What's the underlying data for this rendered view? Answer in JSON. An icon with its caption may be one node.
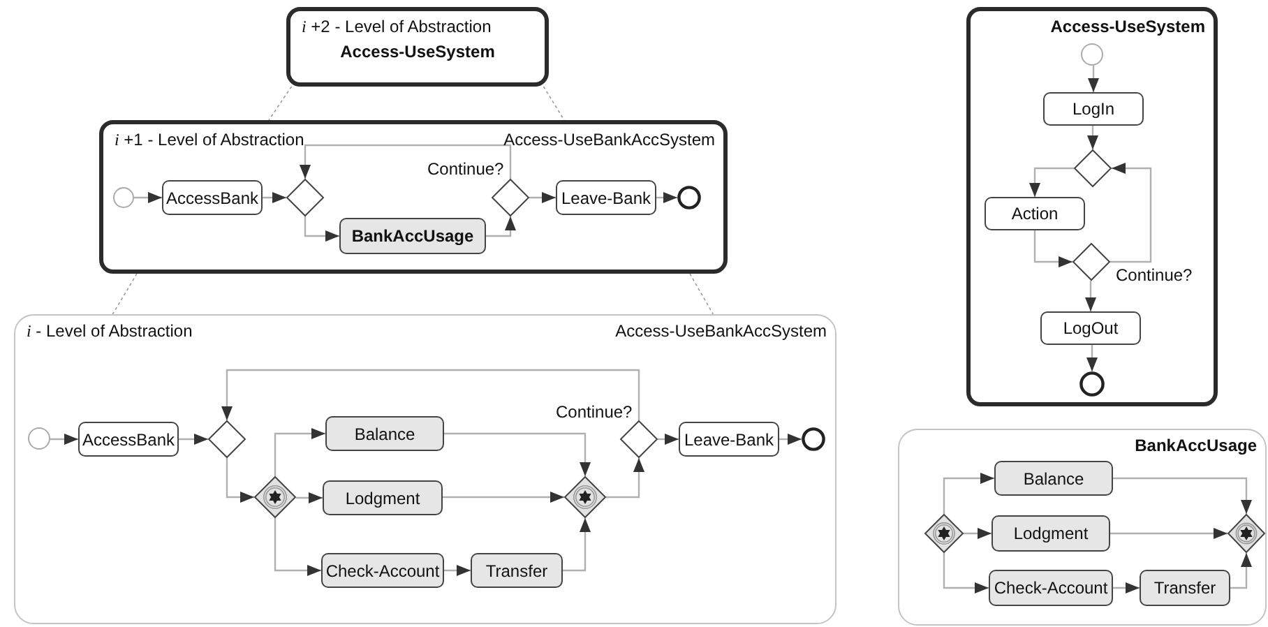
{
  "diagram": {
    "nodes": [
      {
        "text": [
          "*i* +2 - Level of Abstraction",
          "Access-UseSystem"
        ]
      },
      {
        "text": [
          "*i* +1 - Level of Abstraction",
          "Access-UseBankAccSystem"
        ]
      },
      {
        "text": [],
        "shape": "circle",
        "in": 1
      },
      {
        "text": [
          "AccessBank"
        ],
        "in": 1
      },
      {
        "text": [],
        "shape": "diamond",
        "in": 1
      },
      {
        "text": [
          "BankAccUsage"
        ],
        "in": 1
      },
      {
        "text": [],
        "shape": "diamond",
        "in": 1,
        "beside": [
          "Continue?"
        ]
      },
      {
        "text": [
          "Leave-Bank"
        ],
        "in": 1
      },
      {
        "text": [],
        "shape": "circle",
        "in": 1
      },
      {
        "text": [
          "*i* - Level of Abstraction",
          "Access-UseBankAccSystem"
        ]
      },
      {
        "text": [],
        "shape": "circle",
        "in": 9
      },
      {
        "text": [
          "AccessBank"
        ],
        "in": 9
      },
      {
        "text": [],
        "shape": "diamond",
        "in": 9
      },
      {
        "text": [],
        "shape": "gateway",
        "in": 9
      },
      {
        "text": [
          "Balance"
        ],
        "in": 9
      },
      {
        "text": [
          "Lodgment"
        ],
        "in": 9
      },
      {
        "text": [
          "Check-Account"
        ],
        "in": 9
      },
      {
        "text": [
          "Transfer"
        ],
        "in": 9
      },
      {
        "text": [],
        "shape": "gateway",
        "in": 9
      },
      {
        "text": [],
        "shape": "diamond",
        "in": 9,
        "beside": [
          "Continue?"
        ]
      },
      {
        "text": [
          "Leave-Bank"
        ],
        "in": 9
      },
      {
        "text": [],
        "shape": "circle",
        "in": 9
      },
      {
        "text": [
          "Access-UseSystem"
        ]
      },
      {
        "text": [],
        "shape": "circle",
        "in": 22
      },
      {
        "text": [
          "LogIn"
        ],
        "in": 22
      },
      {
        "text": [],
        "shape": "diamond",
        "in": 22
      },
      {
        "text": [
          "Action"
        ],
        "in": 22
      },
      {
        "text": [],
        "shape": "diamond",
        "in": 22,
        "beside": [
          "Continue?"
        ]
      },
      {
        "text": [
          "LogOut"
        ],
        "in": 22
      },
      {
        "text": [],
        "shape": "circle",
        "in": 22
      },
      {
        "text": [
          "BankAccUsage"
        ]
      },
      {
        "text": [],
        "shape": "gateway",
        "in": 30
      },
      {
        "text": [
          "Balance"
        ],
        "in": 30
      },
      {
        "text": [
          "Lodgment"
        ],
        "in": 30
      },
      {
        "text": [
          "Check-Account"
        ],
        "in": 30
      },
      {
        "text": [
          "Transfer"
        ],
        "in": 30
      },
      {
        "text": [],
        "shape": "gateway",
        "in": 30
      }
    ],
    "edges": [
      {
        "from": 0,
        "to": 1,
        "arrow": "none",
        "style": "dashed"
      },
      {
        "from": 0,
        "to": 1,
        "arrow": "none",
        "style": "dashed"
      },
      {
        "from": 1,
        "to": 9,
        "arrow": "none",
        "style": "dashed"
      },
      {
        "from": 1,
        "to": 9,
        "arrow": "none",
        "style": "dashed"
      },
      {
        "from": 2,
        "to": 3,
        "arrow": "to"
      },
      {
        "from": 3,
        "to": 4,
        "arrow": "to"
      },
      {
        "from": 4,
        "to": 5,
        "arrow": "to"
      },
      {
        "from": 5,
        "to": 6,
        "arrow": "to"
      },
      {
        "from": 6,
        "to": 7,
        "arrow": "to"
      },
      {
        "from": 7,
        "to": 8,
        "arrow": "to"
      },
      {
        "from": 6,
        "to": 4,
        "arrow": "to"
      },
      {
        "from": 10,
        "to": 11,
        "arrow": "to"
      },
      {
        "from": 11,
        "to": 12,
        "arrow": "to"
      },
      {
        "from": 12,
        "to": 13,
        "arrow": "to"
      },
      {
        "from": 13,
        "to": 14,
        "arrow": "to"
      },
      {
        "from": 13,
        "to": 15,
        "arrow": "to"
      },
      {
        "from": 13,
        "to": 16,
        "arrow": "to"
      },
      {
        "from": 14,
        "to": 18,
        "arrow": "to"
      },
      {
        "from": 15,
        "to": 18,
        "arrow": "to"
      },
      {
        "from": 16,
        "to": 17,
        "arrow": "to"
      },
      {
        "from": 17,
        "to": 18,
        "arrow": "to"
      },
      {
        "from": 18,
        "to": 19,
        "arrow": "to"
      },
      {
        "from": 19,
        "to": 20,
        "arrow": "to"
      },
      {
        "from": 20,
        "to": 21,
        "arrow": "to"
      },
      {
        "from": 19,
        "to": 12,
        "arrow": "to"
      },
      {
        "from": 23,
        "to": 24,
        "arrow": "to"
      },
      {
        "from": 24,
        "to": 25,
        "arrow": "to"
      },
      {
        "from": 25,
        "to": 26,
        "arrow": "to"
      },
      {
        "from": 26,
        "to": 27,
        "arrow": "to"
      },
      {
        "from": 27,
        "to": 28,
        "arrow": "to"
      },
      {
        "from": 28,
        "to": 29,
        "arrow": "to"
      },
      {
        "from": 27,
        "to": 25,
        "arrow": "to"
      },
      {
        "from": 31,
        "to": 32,
        "arrow": "to"
      },
      {
        "from": 31,
        "to": 33,
        "arrow": "to"
      },
      {
        "from": 31,
        "to": 34,
        "arrow": "to"
      },
      {
        "from": 32,
        "to": 36,
        "arrow": "to"
      },
      {
        "from": 33,
        "to": 36,
        "arrow": "to"
      },
      {
        "from": 34,
        "to": 35,
        "arrow": "to"
      },
      {
        "from": 35,
        "to": 36,
        "arrow": "to"
      }
    ]
  }
}
